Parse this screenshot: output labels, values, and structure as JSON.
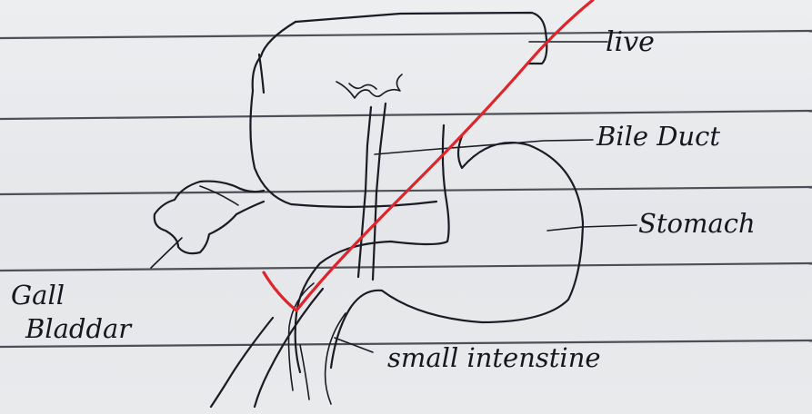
{
  "labels": {
    "liver": "live",
    "bile_duct": "Bile Duct",
    "stomach": "Stomach",
    "gall_bladder_line1": "Gall",
    "gall_bladder_line2": "Bladdar",
    "small_intestine": "small intenstine"
  },
  "colors": {
    "paper": "#e7e8ea",
    "ink": "#1a1b24",
    "red_mark": "#e0242b"
  }
}
